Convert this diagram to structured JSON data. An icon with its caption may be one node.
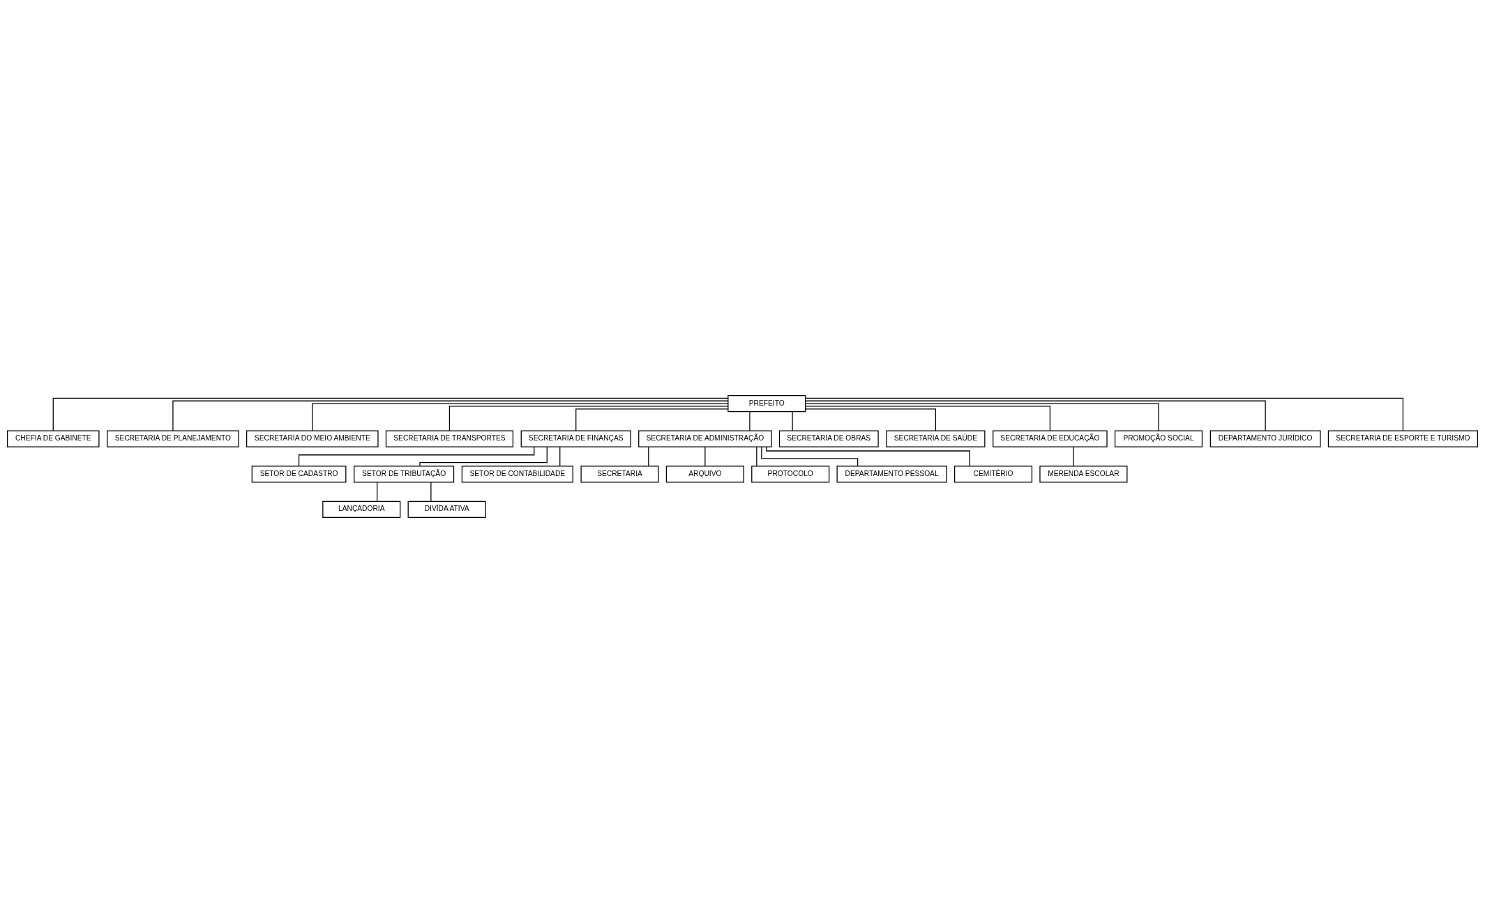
{
  "diagram": {
    "nodes": [
      {
        "text": [
          "PREFEITO"
        ]
      },
      {
        "text": [
          "CHEFIA DE GABINETE"
        ]
      },
      {
        "text": [
          "SECRETARIA DE PLANEJAMENTO"
        ]
      },
      {
        "text": [
          "SECRETARIA DO MEIO AMBIENTE"
        ]
      },
      {
        "text": [
          "SECRETARIA DE TRANSPORTES"
        ]
      },
      {
        "text": [
          "SECRETARIA DE FINANÇAS"
        ]
      },
      {
        "text": [
          "SECRETARIA DE ADMINISTRAÇÃO"
        ]
      },
      {
        "text": [
          "SECRETARIA DE OBRAS"
        ]
      },
      {
        "text": [
          "SECRETARIA DE SAÚDE"
        ]
      },
      {
        "text": [
          "SECRETARIA DE EDUCAÇÃO"
        ]
      },
      {
        "text": [
          "PROMOÇÃO SOCIAL"
        ]
      },
      {
        "text": [
          "DEPARTAMENTO JURÍDICO"
        ]
      },
      {
        "text": [
          "SECRETARIA DE ESPORTE E TURISMO"
        ]
      },
      {
        "text": [
          "SETOR DE CADASTRO"
        ]
      },
      {
        "text": [
          "SETOR DE TRIBUTAÇÃO"
        ]
      },
      {
        "text": [
          "SETOR DE CONTABILIDADE"
        ]
      },
      {
        "text": [
          "MERENDA ESCOLAR"
        ]
      },
      {
        "text": [
          "LANÇADORIA"
        ]
      },
      {
        "text": [
          "DIVÍDA ATIVA"
        ]
      },
      {
        "text": [
          "SECRETARIA"
        ]
      },
      {
        "text": [
          "ARQUIVO"
        ]
      },
      {
        "text": [
          "PROTOCOLO"
        ]
      },
      {
        "text": [
          "DEPARTAMENTO PESSOAL"
        ]
      },
      {
        "text": [
          "CEMITÉRIO"
        ]
      }
    ],
    "edges": [
      {
        "from": 0,
        "to": 1,
        "arrow": "none"
      },
      {
        "from": 0,
        "to": 2,
        "arrow": "none"
      },
      {
        "from": 0,
        "to": 3,
        "arrow": "none"
      },
      {
        "from": 0,
        "to": 4,
        "arrow": "none"
      },
      {
        "from": 0,
        "to": 5,
        "arrow": "none"
      },
      {
        "from": 0,
        "to": 6,
        "arrow": "none"
      },
      {
        "from": 0,
        "to": 7,
        "arrow": "none"
      },
      {
        "from": 0,
        "to": 8,
        "arrow": "none"
      },
      {
        "from": 0,
        "to": 9,
        "arrow": "none"
      },
      {
        "from": 0,
        "to": 10,
        "arrow": "none"
      },
      {
        "from": 0,
        "to": 11,
        "arrow": "none"
      },
      {
        "from": 0,
        "to": 12,
        "arrow": "none"
      },
      {
        "from": 5,
        "to": 13,
        "arrow": "none"
      },
      {
        "from": 5,
        "to": 14,
        "arrow": "none"
      },
      {
        "from": 5,
        "to": 15,
        "arrow": "none"
      },
      {
        "from": 14,
        "to": 17,
        "arrow": "none"
      },
      {
        "from": 14,
        "to": 18,
        "arrow": "none"
      },
      {
        "from": 9,
        "to": 16,
        "arrow": "none"
      },
      {
        "from": 6,
        "to": 19,
        "arrow": "none"
      },
      {
        "from": 6,
        "to": 20,
        "arrow": "none"
      },
      {
        "from": 6,
        "to": 21,
        "arrow": "none"
      },
      {
        "from": 6,
        "to": 22,
        "arrow": "none"
      },
      {
        "from": 6,
        "to": 23,
        "arrow": "none"
      }
    ]
  }
}
